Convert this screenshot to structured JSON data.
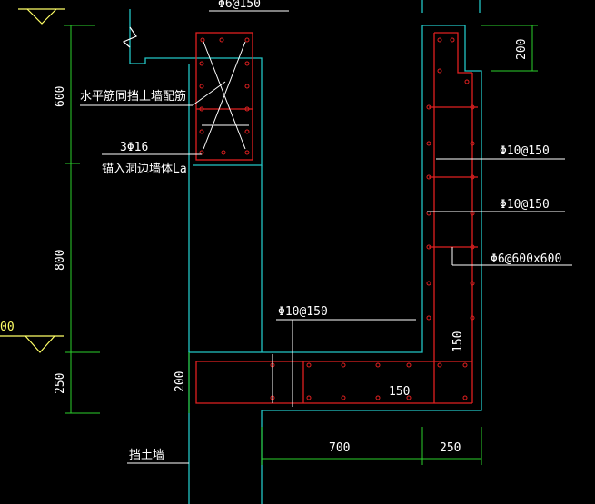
{
  "colors": {
    "background": "#000000",
    "concrete_outline": "#22c5c5",
    "rebar": "#e02020",
    "dimension": "#2bd02b",
    "leader": "#ffffff",
    "elevation": "#ffff66"
  },
  "labels": {
    "top_bar_partial": "Φ6@150",
    "horizontal_bar_note": "水平筋同挡土墙配筋",
    "bottom_bars": "3Φ16",
    "anchor_note": "锚入洞边墙体La",
    "bar_a": "Φ10@150",
    "bar_b": "Φ10@150",
    "tie_bar": "Φ6@600x600",
    "slab_bar": "Φ10@150",
    "retaining_wall": "挡土墙",
    "elevation_partial": "00"
  },
  "dimensions": {
    "top_right": "200",
    "left_600": "600",
    "left_800": "800",
    "left_250": "250",
    "slab_200": "200",
    "inner_150_vertical": "150",
    "inner_150_horizontal": "150",
    "bottom_700": "700",
    "bottom_250": "250"
  }
}
